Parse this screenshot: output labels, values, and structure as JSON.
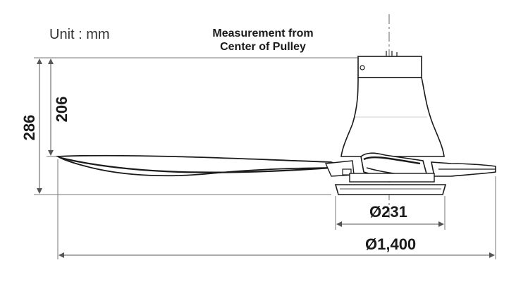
{
  "diagram": {
    "unit_label": "Unit : mm",
    "note": [
      "Measurement from",
      "Center of Pulley"
    ],
    "dimensions": {
      "overall_height": "286",
      "motor_height": "206",
      "motor_diameter": "Ø231",
      "blade_span": "Ø1,400"
    }
  },
  "colors": {
    "line": "#1a1a1a",
    "dim_line": "#555555",
    "blade_fill": "#ffffff"
  }
}
